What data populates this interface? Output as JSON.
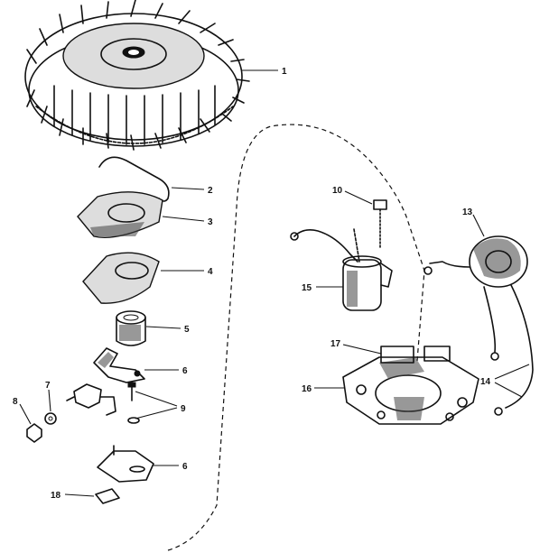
{
  "parts": [
    {
      "id": "1",
      "label": "1"
    },
    {
      "id": "2",
      "label": "2"
    },
    {
      "id": "3",
      "label": "3"
    },
    {
      "id": "4",
      "label": "4"
    },
    {
      "id": "5",
      "label": "5"
    },
    {
      "id": "6a",
      "label": "6"
    },
    {
      "id": "7",
      "label": "7"
    },
    {
      "id": "8",
      "label": "8"
    },
    {
      "id": "9",
      "label": "9"
    },
    {
      "id": "6b",
      "label": "6"
    },
    {
      "id": "18",
      "label": "18"
    },
    {
      "id": "10",
      "label": "10"
    },
    {
      "id": "13",
      "label": "13"
    },
    {
      "id": "15",
      "label": "15"
    },
    {
      "id": "17",
      "label": "17"
    },
    {
      "id": "16",
      "label": "16"
    },
    {
      "id": "14",
      "label": "14"
    }
  ]
}
